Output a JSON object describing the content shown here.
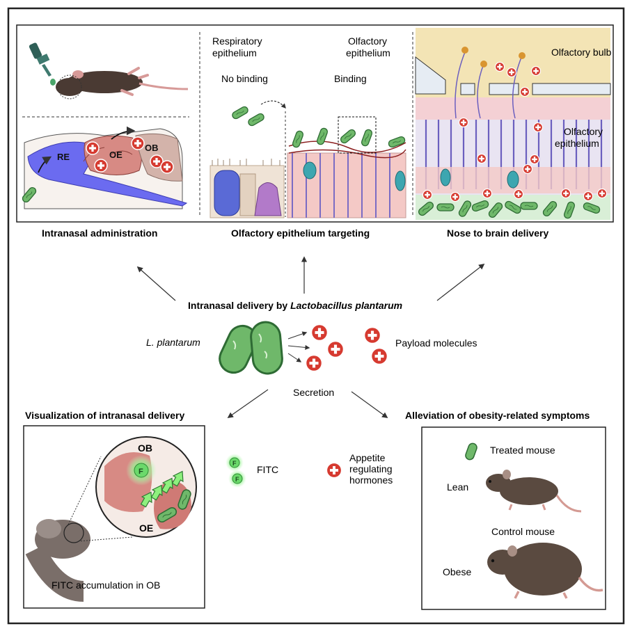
{
  "panels": {
    "intranasal_administration": {
      "caption": "Intranasal administration",
      "labels": {
        "re": "RE",
        "oe": "OE",
        "ob": "OB"
      }
    },
    "olfactory_targeting": {
      "caption": "Olfactory epithelium targeting",
      "respiratory_label": "Respiratory\nepithelium",
      "olfactory_label": "Olfactory\nepithelium",
      "no_binding": "No binding",
      "binding": "Binding"
    },
    "nose_to_brain": {
      "caption": "Nose to brain delivery",
      "olfactory_bulb": "Olfactory bulb",
      "olfactory_epithelium": "Olfactory\nepithelium"
    }
  },
  "center": {
    "title_prefix": "Intranasal delivery by ",
    "title_species": "Lactobacillus plantarum",
    "species_short": "L. plantarum",
    "payload": "Payload molecules",
    "secretion": "Secretion"
  },
  "visualization": {
    "title": "Visualization of intranasal delivery",
    "ob": "OB",
    "oe": "OE",
    "f_letter": "F",
    "caption": "FITC accumulation in OB",
    "fitc_label": "FITC"
  },
  "hormones": {
    "label": "Appetite\nregulating\nhormones"
  },
  "alleviation": {
    "title": "Alleviation of obesity-related symptoms",
    "treated": "Treated mouse",
    "lean": "Lean",
    "control": "Control mouse",
    "obese": "Obese"
  },
  "colors": {
    "bacteria_fill": "#6fb86a",
    "bacteria_stroke": "#2e6b34",
    "payload_red": "#d63a30",
    "re_blue": "#6b6bf0",
    "oe_pink": "#e8a6a0",
    "bulb_yellow": "#f3e4b5",
    "mouse_brown": "#5a4a40"
  }
}
